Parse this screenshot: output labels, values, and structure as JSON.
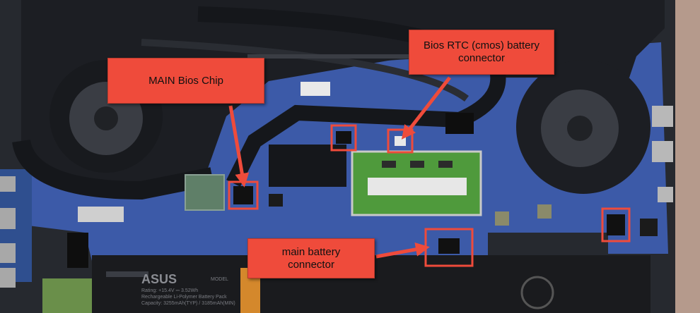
{
  "callouts": {
    "main_bios": {
      "text": "MAIN Bios Chip"
    },
    "rtc_battery": {
      "line1": "Bios RTC (cmos) battery",
      "line2": "connector"
    },
    "main_battery": {
      "line1": "main battery",
      "line2": "connector"
    }
  },
  "board_text": {
    "brand": "ASUS",
    "battery_label_1": "Rating: +15.4V ⎓ 3.52Wh",
    "battery_label_2": "Rechargeable Li-Polymer Battery Pack",
    "battery_label_3": "Capacity: 3255mAh(TYP) / 3185mAh(MIN)",
    "model_label": "MODEL"
  },
  "colors": {
    "callout": "#ef4b3b",
    "highlight_box": "#ef4b3b",
    "pcb": "#3c5aa8",
    "heatpipe": "#1c1e23",
    "ram": "#4f9a3c"
  }
}
